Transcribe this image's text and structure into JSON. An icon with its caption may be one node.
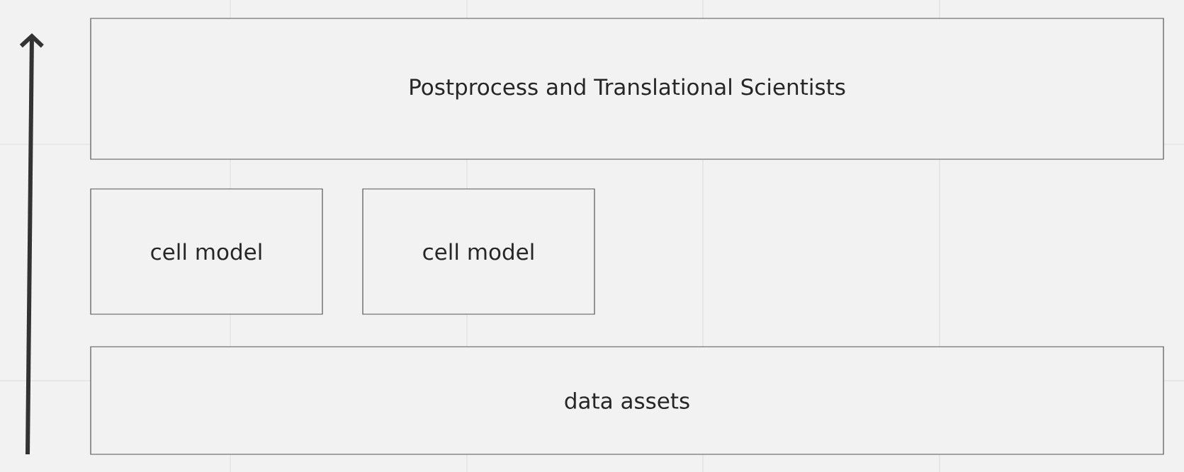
{
  "diagram": {
    "nodes": [
      {
        "text": [
          "Postprocess and Translational Scientists"
        ]
      },
      {
        "text": [
          "cell model"
        ]
      },
      {
        "text": [
          "cell model"
        ]
      },
      {
        "text": [
          "data assets"
        ]
      }
    ]
  }
}
